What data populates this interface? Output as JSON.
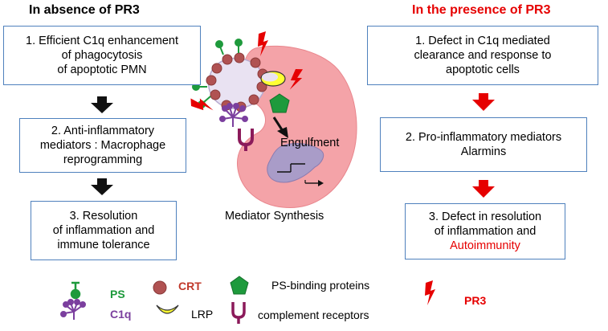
{
  "left": {
    "heading": "In absence of PR3",
    "box1": [
      "1. Efficient C1q enhancement",
      "of phagocytosis",
      "of apoptotic PMN"
    ],
    "box2": [
      "2. Anti-inflammatory",
      "mediators : Macrophage",
      "reprogramming"
    ],
    "box3": [
      "3. Resolution",
      "of inflammation and",
      "immune tolerance"
    ]
  },
  "right": {
    "heading": "In the presence of PR3",
    "box1": [
      "1. Defect  in  C1q mediated",
      "clearance  and response to",
      "apoptotic cells"
    ],
    "box2": [
      "2. Pro-inflammatory mediators",
      "Alarmins"
    ],
    "box3": [
      "3. Defect in resolution",
      "of inflammation and"
    ],
    "box3_highlight": "Autoimmunity"
  },
  "center": {
    "engulfment": "Engulfment",
    "mediator_synthesis": "Mediator Synthesis"
  },
  "legend": {
    "ps": "PS",
    "crt": "CRT",
    "ps_binding": "PS-binding proteins",
    "pr3": "PR3",
    "c1q": "C1q",
    "lrp": "LRP",
    "complement": "complement receptors"
  },
  "colors": {
    "box_border": "#4f81bd",
    "pr3_red": "#e60000",
    "ps_green": "#1e9a3c",
    "crt_red": "#c0392b",
    "c1q_purple": "#7b3f9e",
    "macrophage_pink": "#f4a3a8",
    "lrp_yellow": "#ffff33"
  },
  "icons": [
    "arrow-down-icon",
    "lightning-bolt-icon",
    "ps-lollipop-icon",
    "crt-circle-icon",
    "c1q-molecule-icon",
    "lrp-crescent-icon",
    "pentagon-icon",
    "complement-receptor-icon"
  ]
}
